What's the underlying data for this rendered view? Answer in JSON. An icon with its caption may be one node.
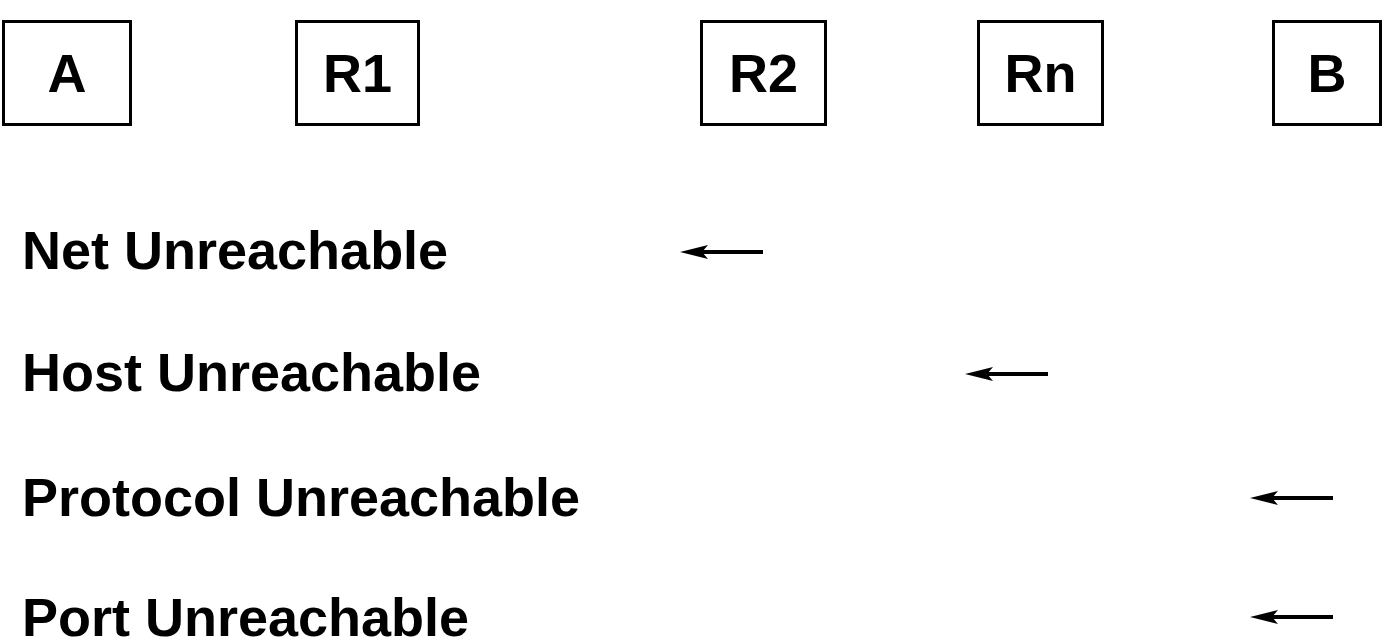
{
  "diagram": {
    "nodes": [
      {
        "text": [
          "A"
        ]
      },
      {
        "text": [
          "R1"
        ]
      },
      {
        "text": [
          "R2"
        ]
      },
      {
        "text": [
          "Rn"
        ]
      },
      {
        "text": [
          "B"
        ]
      }
    ],
    "labels": [
      "Net Unreachable",
      "Host Unreachable",
      "Protocol Unreachable",
      "Port Unreachable"
    ]
  }
}
